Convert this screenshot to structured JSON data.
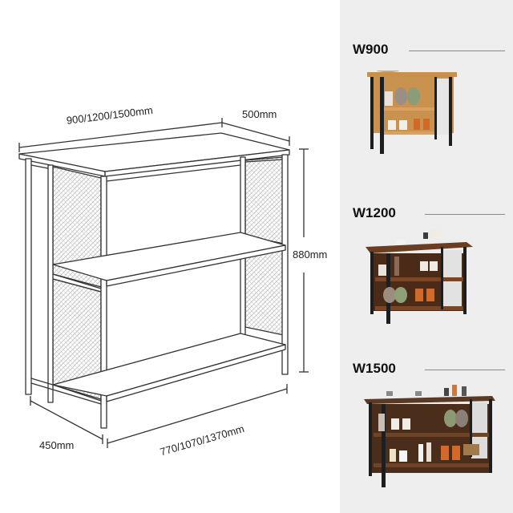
{
  "diagram": {
    "dimensions": {
      "width": "900/1200/1500mm",
      "depth_top": "500mm",
      "height": "880mm",
      "depth_bottom": "450mm",
      "inner_width": "770/1070/1370mm"
    },
    "colors": {
      "line": "#333333",
      "mesh": "#9a9a9a",
      "background": "#ffffff"
    }
  },
  "variants": {
    "background": "#eeeeee",
    "items": [
      {
        "label": "W900",
        "finish": "light-oak",
        "top_color": "#c8904a",
        "frame_color": "#1e1e1e"
      },
      {
        "label": "W1200",
        "finish": "walnut",
        "top_color": "#6b3e22",
        "frame_color": "#1e1e1e"
      },
      {
        "label": "W1500",
        "finish": "dark-walnut",
        "top_color": "#5a3a24",
        "frame_color": "#1e1e1e"
      }
    ]
  }
}
